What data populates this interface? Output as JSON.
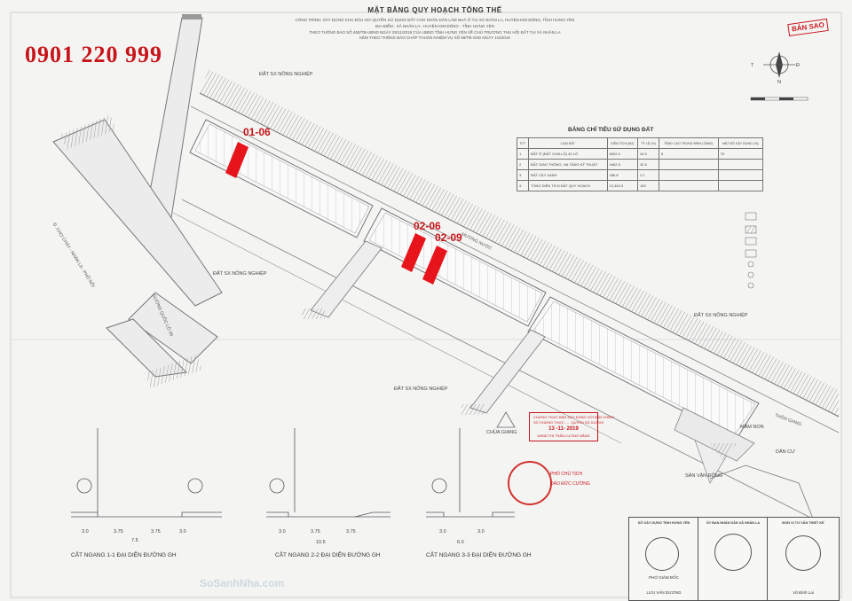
{
  "header": {
    "title": "MẶT BẰNG QUY HOẠCH TỔNG THỂ",
    "line1": "CÔNG TRÌNH: XÂY DỰNG KHU ĐẤU GIÁ QUYỀN SỬ DỤNG ĐẤT CHO NHÂN DÂN LÀM NHÀ Ở TẠI XÃ NHÂN LA, HUYỆN KIM ĐỘNG, TỈNH HƯNG YÊN",
    "line2": "ĐỊA ĐIỂM : XÃ NHÂN LA - HUYỆN KIM ĐỘNG - TỈNH HƯNG YÊN",
    "line3": "THEO THÔNG BÁO SỐ 460/TB-UBND NGÀY 29/11/2018 CỦA UBND TỈNH HƯNG YÊN VỀ CHỦ TRƯƠNG THU HỒI ĐẤT TẠI XÃ NHÂN LA",
    "line4": "KÈM THEO THÔNG BÁO CHẤP THUẬN NHIỆM VỤ SỐ 59/TB-SXD NGÀY 1/4/2019",
    "code": "0901 220 999",
    "stamp": "BẢN SAO"
  },
  "compass": {
    "west": "T",
    "east": "Đ",
    "north": "N"
  },
  "plots": [
    {
      "label": "01-06",
      "color": "#e8141b"
    },
    {
      "label": "02-06",
      "color": "#e8141b"
    },
    {
      "label": "02-09",
      "color": "#e8141b"
    }
  ],
  "map_labels": {
    "agri_top": "ĐẤT SX NÔNG NGHIỆP",
    "agri_left": "ĐẤT SX NÔNG NGHIỆP",
    "agri_right": "ĐẤT SX NÔNG NGHIỆP",
    "agri_bottom": "ĐẤT SX NÔNG NGHIỆP",
    "pagoda": "CHÙA GIANG",
    "yard": "SÂN VẬN ĐỘNG",
    "school": "MẦM NON",
    "residential": "DÂN CƯ",
    "village": "THÔN GIANG",
    "road_left": "Đ. CHỢ CHÁY - NHÂN LA - PHỐ NỐI",
    "road_ql": "ĐƯỜNG QUỐC LỘ 39",
    "canal": "MƯƠNG NƯỚC"
  },
  "land_table": {
    "title": "BẢNG CHỈ TIÊU SỬ DỤNG ĐẤT",
    "headers": [
      "STT",
      "LOẠI ĐẤT",
      "DIỆN TÍCH (M2)",
      "TỶ LỆ (%)",
      "TẦNG CAO TRUNG BÌNH (TẦNG)",
      "MẬT ĐỘ XÂY DỰNG (%)"
    ],
    "rows": [
      [
        "1",
        "ĐẤT Ở (ĐẤT CHIA LÔ) 40 LÔ",
        "6002.0",
        "44.0",
        "5",
        "75"
      ],
      [
        "2",
        "ĐẤT GIAO THÔNG, HẠ TẦNG KỸ THUẬT",
        "4462.9",
        "32.6",
        "",
        ""
      ],
      [
        "3",
        "ĐẤT CÂY XANH",
        "286.8",
        "2.1",
        "",
        ""
      ],
      [
        "4",
        "TỔNG DIỆN TÍCH ĐẤT QUY HOẠCH",
        "12,464.3",
        "100",
        "",
        ""
      ]
    ]
  },
  "sections": [
    {
      "title": "CẮT NGANG 1-1 ĐẠI DIỆN ĐƯỜNG GH",
      "dims": [
        "3.0",
        "3.75",
        "3.75",
        "3.0"
      ],
      "total": "7.5"
    },
    {
      "title": "CẮT NGANG 2-2 ĐẠI DIỆN ĐƯỜNG GH",
      "dims": [
        "3.0",
        "3.75",
        "3.75"
      ],
      "total": "10.5"
    },
    {
      "title": "CẮT NGANG 3-3 ĐẠI DIỆN ĐƯỜNG GH",
      "dims": [
        "3.0",
        "3.0"
      ],
      "total": "6.0"
    }
  ],
  "red_stamp": {
    "line1": "CHỨNG THỰC BẢN SAO ĐÚNG VỚI BẢN CHÍNH",
    "line2": "SỐ CHỨNG THỰC ..... QUYỂN SỐ 01/2019",
    "date": "13 -11- 2019",
    "org": "UBND THỊ TRẤN LƯƠNG BẰNG"
  },
  "vice": {
    "role": "PHÓ CHỦ TỊCH",
    "name": "ĐÀO ĐỨC CƯỜNG"
  },
  "signatures": [
    {
      "org": "SỞ XÂY DỰNG TỈNH HƯNG YÊN",
      "role": "PHÓ GIÁM ĐỐC",
      "name": "LƯU VĂN DƯƠNG"
    },
    {
      "org": "ỦY BAN NHÂN DÂN XÃ NHÂN LA",
      "role": "",
      "name": ""
    },
    {
      "org": "ĐƠN VỊ TƯ VẤN THIẾT KẾ",
      "role": "",
      "name": "Vũ Đình Lai"
    }
  ],
  "watermark": "SoSanhNha.com"
}
